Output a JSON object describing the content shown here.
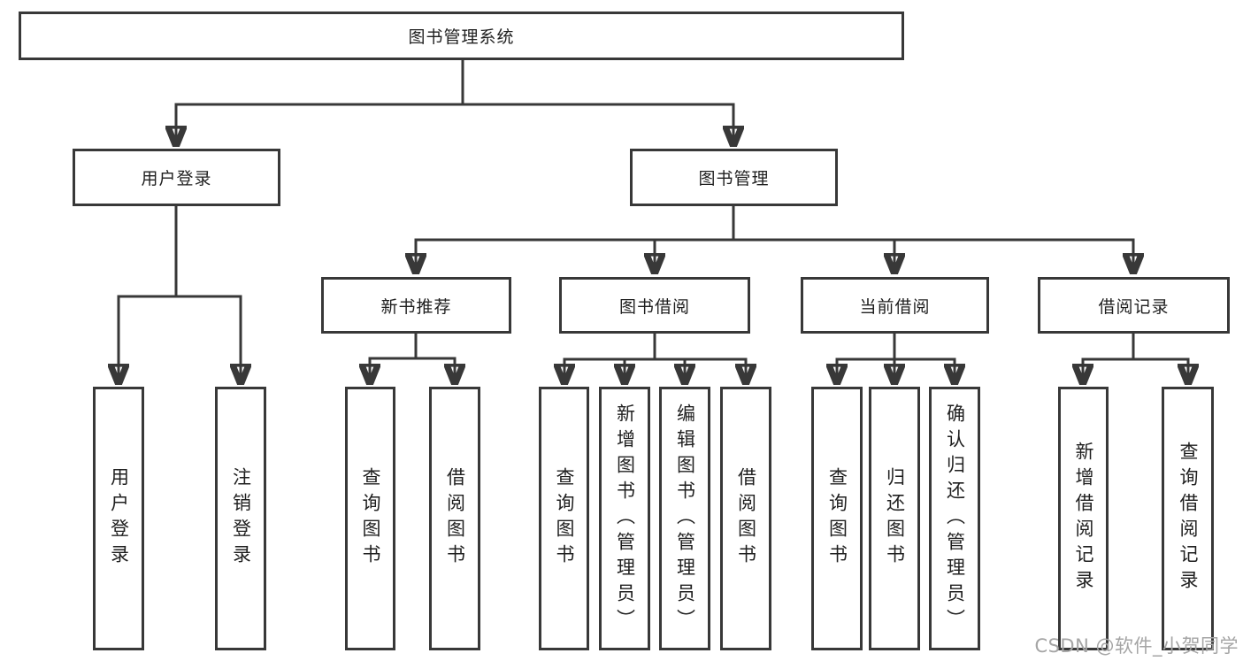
{
  "colors": {
    "line": "#383838",
    "ink": "#1f1f1f",
    "watermark": "#a5a5a5",
    "bg": "#ffffff"
  },
  "watermark": {
    "text": "CSDN @软件_小贺同学"
  },
  "tree": {
    "root": {
      "label": "图书管理系统",
      "children": [
        {
          "label": "用户登录",
          "children": [
            {
              "label": "用户登录"
            },
            {
              "label": "注销登录"
            }
          ]
        },
        {
          "label": "图书管理",
          "children": [
            {
              "label": "新书推荐",
              "children": [
                {
                  "label": "查询图书"
                },
                {
                  "label": "借阅图书"
                }
              ]
            },
            {
              "label": "图书借阅",
              "children": [
                {
                  "label": "查询图书"
                },
                {
                  "label": "新增图书（管理员）"
                },
                {
                  "label": "编辑图书（管理员）"
                },
                {
                  "label": "借阅图书"
                }
              ]
            },
            {
              "label": "当前借阅",
              "children": [
                {
                  "label": "查询图书"
                },
                {
                  "label": "归还图书"
                },
                {
                  "label": "确认归还（管理员）"
                }
              ]
            },
            {
              "label": "借阅记录",
              "children": [
                {
                  "label": "新增借阅记录"
                },
                {
                  "label": "查询借阅记录"
                }
              ]
            }
          ]
        }
      ]
    }
  }
}
